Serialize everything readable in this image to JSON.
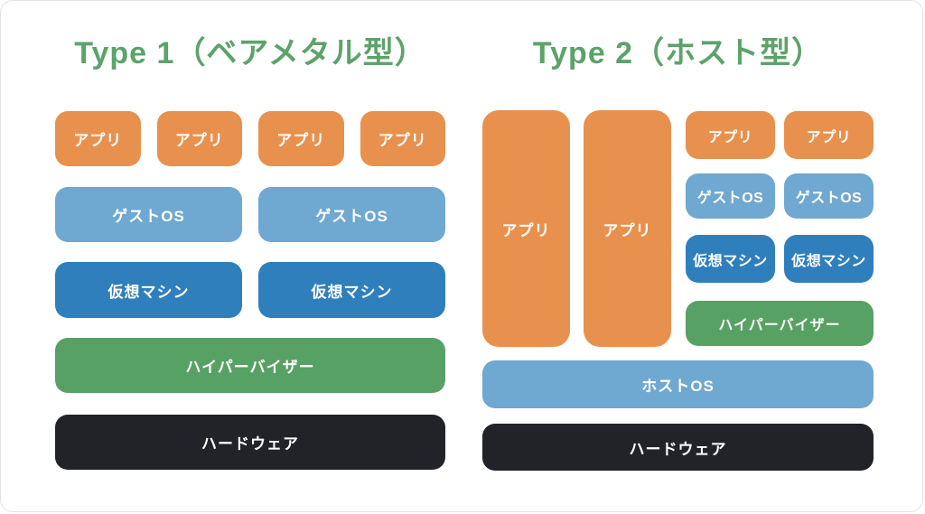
{
  "colors": {
    "orange": "#E8914E",
    "light_blue": "#6FA8D0",
    "dark_blue": "#2F7FBC",
    "green": "#57A164",
    "dark": "#212329",
    "title_green": "#5BA36A",
    "canvas_border": "#E2E2E2"
  },
  "left": {
    "title": "Type 1（ベアメタル型）",
    "app_labels": [
      "アプリ",
      "アプリ",
      "アプリ",
      "アプリ"
    ],
    "guest_os_labels": [
      "ゲストOS",
      "ゲストOS"
    ],
    "vm_labels": [
      "仮想マシン",
      "仮想マシン"
    ],
    "hypervisor_label": "ハイパーバイザー",
    "hardware_label": "ハードウェア"
  },
  "right": {
    "title": "Type 2（ホスト型）",
    "tall_app_labels": [
      "アプリ",
      "アプリ"
    ],
    "app_labels": [
      "アプリ",
      "アプリ"
    ],
    "guest_os_labels": [
      "ゲストOS",
      "ゲストOS"
    ],
    "vm_labels": [
      "仮想マシン",
      "仮想マシン"
    ],
    "hypervisor_label": "ハイパーバイザー",
    "host_os_label": "ホストOS",
    "hardware_label": "ハードウェア"
  }
}
